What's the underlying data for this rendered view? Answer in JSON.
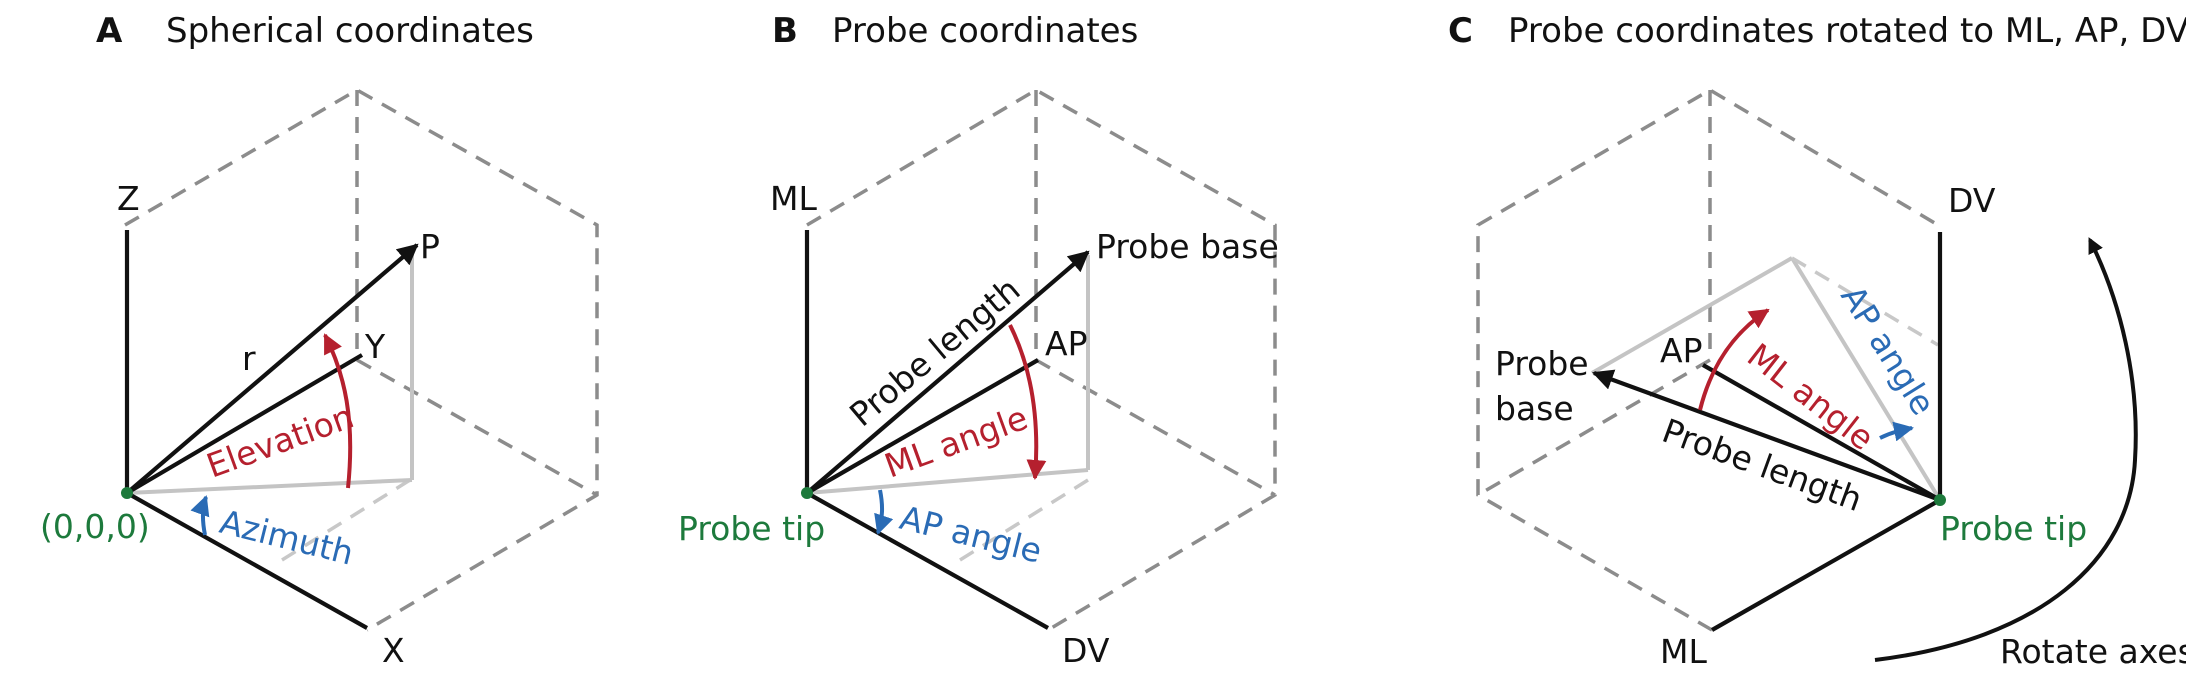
{
  "colors": {
    "red": "#b5202e",
    "blue": "#2a6bb5",
    "green": "#1d7a3c",
    "black": "#111111",
    "dash": "#8c8c8c",
    "projection": "#c4c4c4"
  },
  "panels": {
    "a": {
      "letter": "A",
      "title": "Spherical coordinates",
      "labels": {
        "z": "Z",
        "y": "Y",
        "x": "X",
        "p": "P",
        "r": "r",
        "origin": "(0,0,0)",
        "elevation": "Elevation",
        "azimuth": "Azimuth"
      }
    },
    "b": {
      "letter": "B",
      "title": "Probe coordinates",
      "labels": {
        "ml": "ML",
        "ap": "AP",
        "dv": "DV",
        "probe_base": "Probe base",
        "probe_length": "Probe length",
        "ml_angle": "ML angle",
        "ap_angle": "AP angle",
        "probe_tip": "Probe tip"
      }
    },
    "c": {
      "letter": "C",
      "title": "Probe coordinates rotated to ML, AP, DV",
      "labels": {
        "dv": "DV",
        "ap": "AP",
        "ml": "ML",
        "probe_base_line1": "Probe",
        "probe_base_line2": "base",
        "probe_length": "Probe length",
        "ml_angle": "ML angle",
        "ap_angle": "AP angle",
        "probe_tip": "Probe tip",
        "rotate_axes": "Rotate axes"
      }
    }
  }
}
